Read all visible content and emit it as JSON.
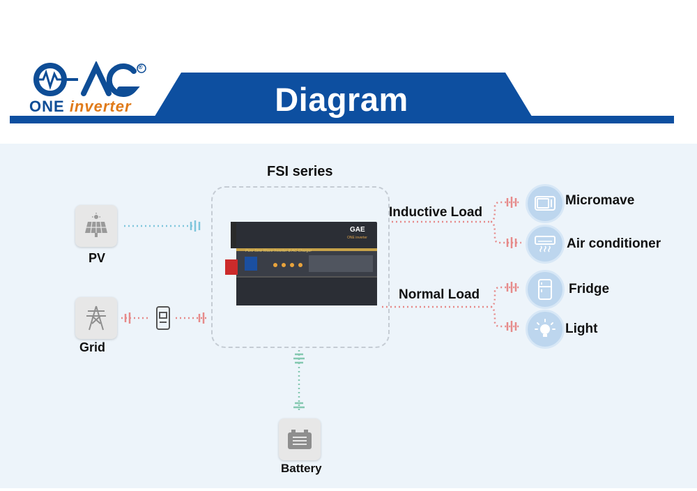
{
  "header": {
    "title": "Diagram",
    "logo_word_one": "ONE",
    "logo_word_inverter": "inverter",
    "logo_mark": "GAE",
    "registered": "®",
    "brand_color": "#0d4fa0",
    "accent_color": "#e07a19"
  },
  "diagram": {
    "center_label": "FSI series",
    "inverter": {
      "panel_text": "Pure Sine Wave Inverter & AC Charger",
      "logo_small": "GAE",
      "logo_sub": "ONE inverter"
    },
    "sources": {
      "pv": {
        "label": "PV",
        "icon": "solar-panel-icon"
      },
      "grid": {
        "label": "Grid",
        "icon": "power-tower-icon",
        "connector_icon": "breaker-icon"
      },
      "battery": {
        "label": "Battery",
        "icon": "battery-icon"
      }
    },
    "load_groups": {
      "inductive": {
        "label": "Inductive Load"
      },
      "normal": {
        "label": "Normal Load"
      }
    },
    "loads": [
      {
        "label": "Micromave",
        "icon": "microwave-icon"
      },
      {
        "label": "Air conditioner",
        "icon": "air-conditioner-icon"
      },
      {
        "label": "Fridge",
        "icon": "fridge-icon"
      },
      {
        "label": "Light",
        "icon": "light-bulb-icon"
      }
    ],
    "colors": {
      "pv_line": "#7fc6dc",
      "battery_line": "#84c8b0",
      "grid_line": "#e68a8a",
      "load_line": "#e68a8a"
    }
  }
}
